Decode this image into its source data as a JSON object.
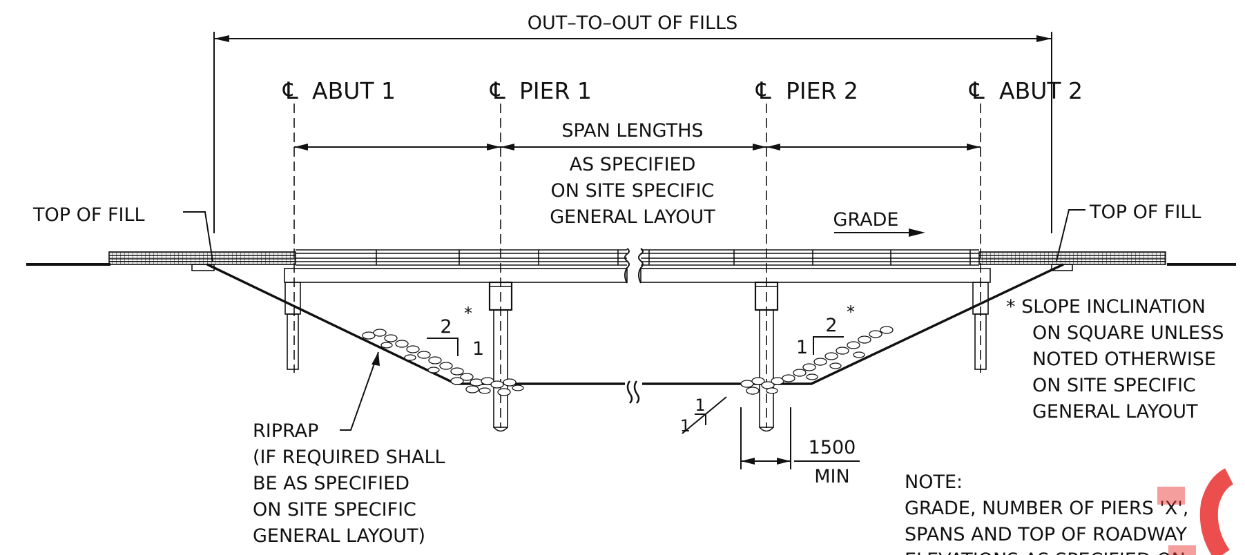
{
  "title": "OUT–TO–OUT OF FILLS",
  "centerlines": [
    {
      "id": "abut-1",
      "symbol": "℄",
      "label": "ABUT 1"
    },
    {
      "id": "pier-1",
      "symbol": "℄",
      "label": "PIER 1"
    },
    {
      "id": "pier-2",
      "symbol": "℄",
      "label": "PIER 2"
    },
    {
      "id": "abut-2",
      "symbol": "℄",
      "label": "ABUT 2"
    }
  ],
  "span": {
    "label": "SPAN LENGTHS",
    "note_lines": [
      "AS SPECIFIED",
      "ON SITE SPECIFIC",
      "GENERAL LAYOUT"
    ]
  },
  "grade_label": "GRADE",
  "top_of_fill_left": "TOP OF FILL",
  "top_of_fill_right": "TOP OF FILL",
  "slope_left": {
    "run": "2",
    "rise": "1",
    "star": "*"
  },
  "slope_right": {
    "run": "2",
    "rise": "1",
    "star": "*"
  },
  "slope_small": {
    "run": "1",
    "rise": "1"
  },
  "slope_note_lines": [
    "* SLOPE INCLINATION",
    "ON SQUARE UNLESS",
    "NOTED OTHERWISE",
    "ON SITE SPECIFIC",
    "GENERAL LAYOUT"
  ],
  "riprap_lines": [
    "RIPRAP",
    "(IF REQUIRED SHALL",
    "BE AS SPECIFIED",
    "ON SITE SPECIFIC",
    "GENERAL LAYOUT)"
  ],
  "min_dimension": {
    "value": "1500",
    "label": "MIN"
  },
  "note": {
    "heading": "NOTE:",
    "lines": [
      "GRADE, NUMBER OF PIERS 'X',",
      "SPANS AND TOP OF ROADWAY",
      "ELEVATIONS AS SPECIFIED ON"
    ]
  },
  "colors": {
    "ink": "#111111",
    "stamp": "#e8302e"
  }
}
